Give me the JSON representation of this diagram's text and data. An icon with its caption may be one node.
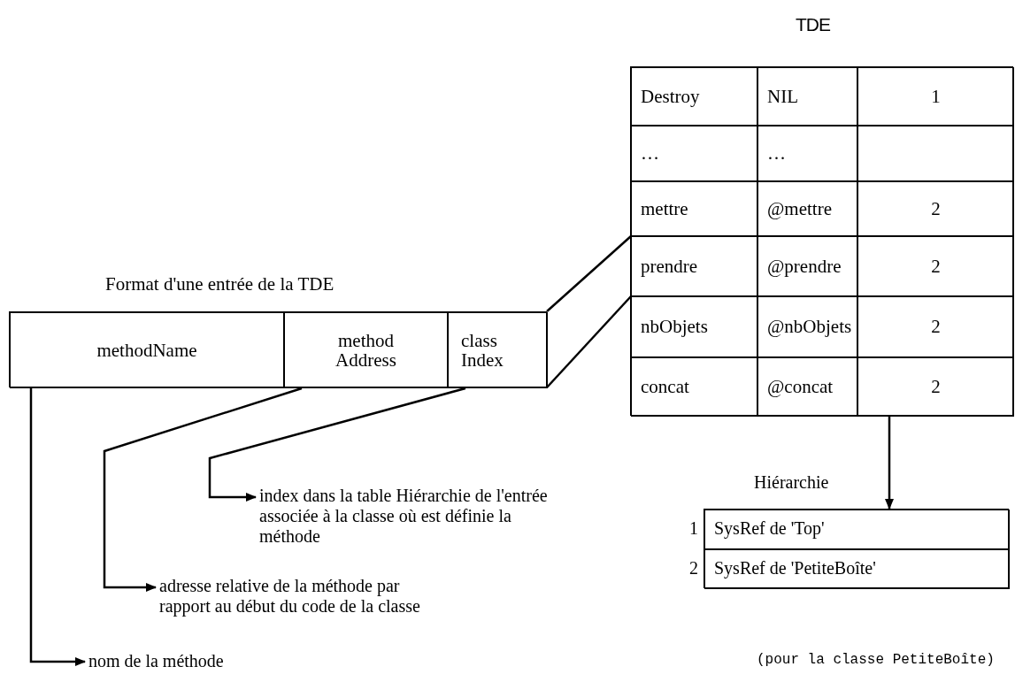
{
  "diagram": {
    "nodes": [
      {
        "text": [
          "TDE"
        ]
      },
      {
        "text": [
          "Destroy"
        ],
        "in": 0
      },
      {
        "text": [
          "NIL"
        ],
        "in": 0
      },
      {
        "text": [
          "1"
        ],
        "in": 0
      },
      {
        "text": [
          "…"
        ],
        "in": 0
      },
      {
        "text": [
          "…"
        ],
        "in": 0
      },
      {
        "text": [],
        "shape": "box",
        "in": 0
      },
      {
        "text": [
          "mettre"
        ],
        "in": 0
      },
      {
        "text": [
          "@mettre"
        ],
        "in": 0
      },
      {
        "text": [
          "2"
        ],
        "in": 0
      },
      {
        "text": [
          "prendre"
        ],
        "in": 0
      },
      {
        "text": [
          "@prendre"
        ],
        "in": 0
      },
      {
        "text": [
          "2"
        ],
        "in": 0
      },
      {
        "text": [
          "nbObjets"
        ],
        "in": 0
      },
      {
        "text": [
          "@nbObjets"
        ],
        "in": 0
      },
      {
        "text": [
          "2"
        ],
        "in": 0
      },
      {
        "text": [
          "concat"
        ],
        "in": 0
      },
      {
        "text": [
          "@concat"
        ],
        "in": 0
      },
      {
        "text": [
          "2"
        ],
        "in": 0
      },
      {
        "text": [
          "Format d'une entrée de la TDE"
        ]
      },
      {
        "text": [
          "methodName"
        ],
        "in": 19
      },
      {
        "text": [
          "method Address"
        ],
        "in": 19
      },
      {
        "text": [
          "class Index"
        ],
        "in": 19
      },
      {
        "text": [
          "Hiérarchie"
        ]
      },
      {
        "text": [
          "SysRef de 'Top'"
        ],
        "in": 23,
        "beside": [
          "1"
        ]
      },
      {
        "text": [
          "SysRef de 'PetiteBoîte'"
        ],
        "in": 23,
        "beside": [
          "2"
        ]
      },
      {
        "text": [
          "index dans la table Hiérarchie de l'entrée associée à la classe où est définie la méthode"
        ]
      },
      {
        "text": [
          "adresse relative de la méthode par rapport au début du code de la classe"
        ]
      },
      {
        "text": [
          "nom de la méthode"
        ]
      }
    ],
    "edges": [
      {
        "from": 19,
        "to": 10,
        "arrow": "none"
      },
      {
        "from": 19,
        "to": 10,
        "arrow": "none"
      },
      {
        "from": 0,
        "to": 23,
        "arrow": "to"
      },
      {
        "from": 22,
        "to": 26,
        "arrow": "to"
      },
      {
        "from": 21,
        "to": 27,
        "arrow": "to"
      },
      {
        "from": 20,
        "to": 28,
        "arrow": "to"
      }
    ],
    "labels": [
      "(pour la classe PetiteBoîte)"
    ]
  }
}
